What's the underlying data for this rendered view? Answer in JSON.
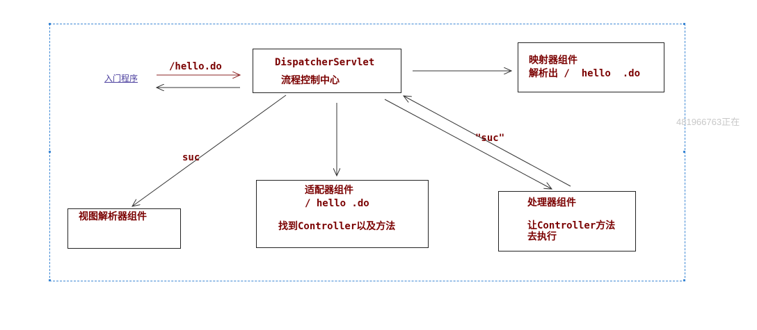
{
  "entry_link": "入门程序",
  "request_url": "/hello.do",
  "dispatcher": {
    "name": "DispatcherServlet",
    "desc": "流程控制中心"
  },
  "mapper": {
    "title": "映射器组件",
    "detail": "解析出 /  hello  .do"
  },
  "adapter": {
    "title": "适配器组件",
    "path": "/ hello .do",
    "detail": "找到Controller以及方法"
  },
  "handler": {
    "title": "处理器组件",
    "line1": "让Controller方法",
    "line2": "去执行"
  },
  "view_resolver": {
    "title": "视图解析器组件"
  },
  "edges": {
    "suc_left": "suc",
    "suc_right": "\"suc\""
  },
  "watermark": "481966763正在"
}
